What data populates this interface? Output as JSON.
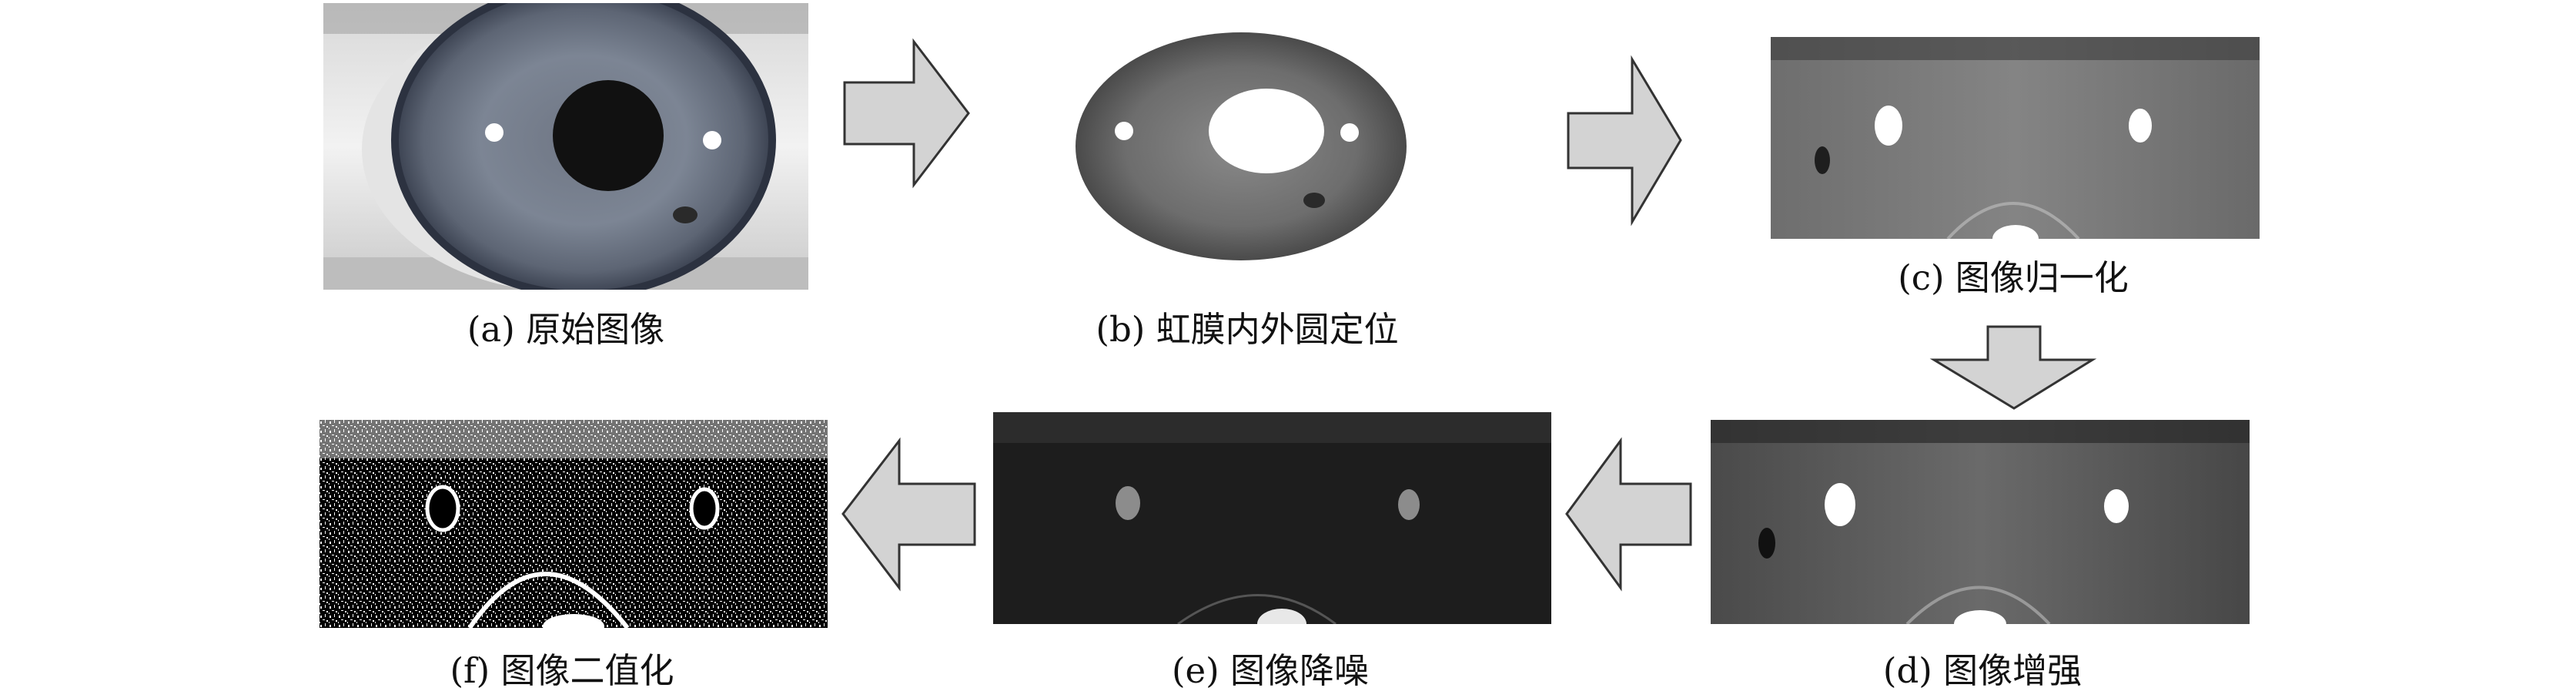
{
  "captions": {
    "a": "(a) 原始图像",
    "b": "(b) 虹膜内外圆定位",
    "c": "(c) 图像归一化",
    "d": "(d) 图像增强",
    "e": "(e) 图像降噪",
    "f": "(f) 图像二值化"
  },
  "arrow_style": {
    "fill": "#d3d3d3",
    "stroke": "#333333"
  }
}
